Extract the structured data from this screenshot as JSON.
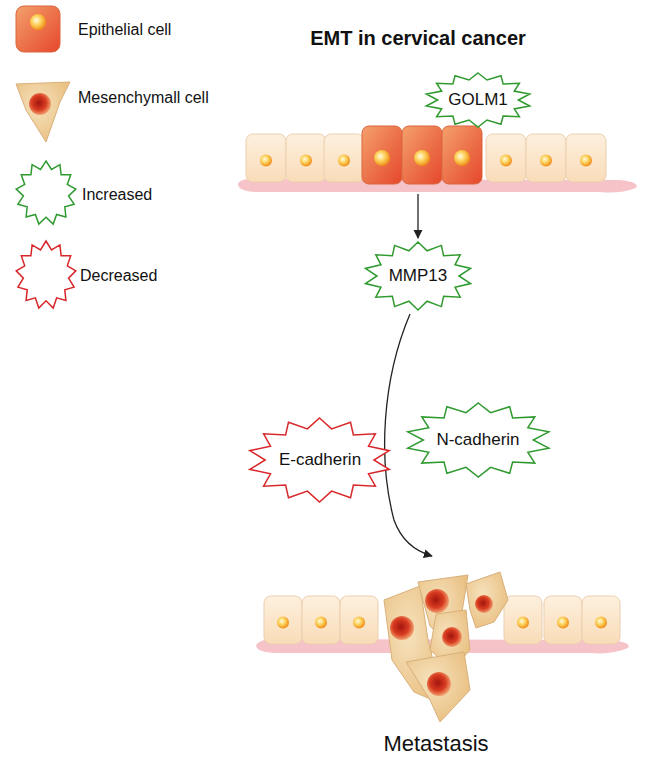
{
  "diagram": {
    "title": "EMT in cervical cancer",
    "nodes": [
      {
        "text": [
          "GOLM1"
        ]
      },
      {
        "text": [
          "MMP13"
        ]
      },
      {
        "text": [
          "E-cadherin"
        ]
      },
      {
        "text": [
          "N-cadherin"
        ]
      }
    ],
    "labels": [
      "Metastasis"
    ],
    "legend": [
      {
        "text": "Epithelial cell"
      },
      {
        "text": "Mesenchymall cell"
      },
      {
        "text": "Increased"
      },
      {
        "text": "Decreased"
      }
    ]
  }
}
